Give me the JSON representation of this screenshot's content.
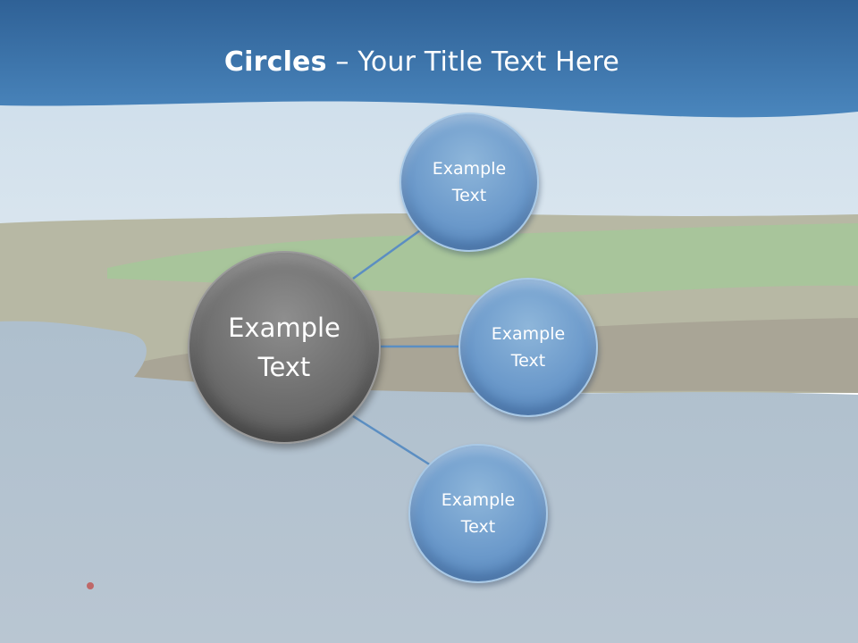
{
  "slide": {
    "title_bold": "Circles",
    "title_rest": " – Your Title Text Here"
  },
  "center": {
    "label": "Example\nText"
  },
  "satellites": [
    {
      "label": "Example\nText"
    },
    {
      "label": "Example\nText"
    },
    {
      "label": "Example\nText"
    }
  ],
  "colors": {
    "header": "#3f78b0",
    "satellite": "#6c9acb",
    "center": "#6d6d6d",
    "connector": "#5b8ec2"
  }
}
